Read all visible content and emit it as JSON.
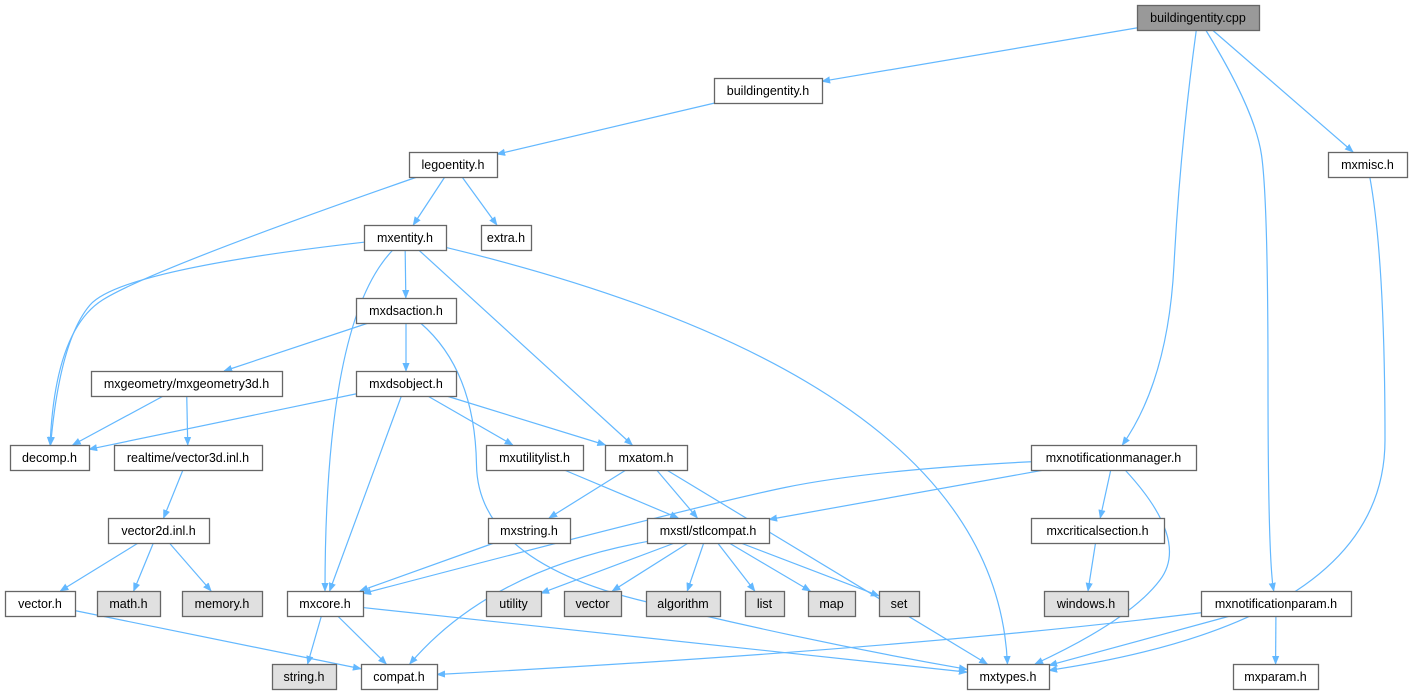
{
  "title": "buildingentity.cpp include dependency graph",
  "colors": {
    "edge": "#63b8ff",
    "root_fill": "#999999",
    "node_fill": "#ffffff",
    "system_fill": "#e0e0e0"
  },
  "nodes": [
    {
      "id": "cpp",
      "label": "buildingentity.cpp",
      "kind": "root"
    },
    {
      "id": "bh",
      "label": "buildingentity.h",
      "kind": "file"
    },
    {
      "id": "lego",
      "label": "legoentity.h",
      "kind": "file"
    },
    {
      "id": "misc",
      "label": "mxmisc.h",
      "kind": "file"
    },
    {
      "id": "ent",
      "label": "mxentity.h",
      "kind": "file"
    },
    {
      "id": "extra",
      "label": "extra.h",
      "kind": "file"
    },
    {
      "id": "dsa",
      "label": "mxdsaction.h",
      "kind": "file"
    },
    {
      "id": "geo",
      "label": "mxgeometry/mxgeometry3d.h",
      "kind": "file"
    },
    {
      "id": "dso",
      "label": "mxdsobject.h",
      "kind": "file"
    },
    {
      "id": "decomp",
      "label": "decomp.h",
      "kind": "file"
    },
    {
      "id": "v3",
      "label": "realtime/vector3d.inl.h",
      "kind": "file"
    },
    {
      "id": "ulist",
      "label": "mxutilitylist.h",
      "kind": "file"
    },
    {
      "id": "atom",
      "label": "mxatom.h",
      "kind": "file"
    },
    {
      "id": "nmgr",
      "label": "mxnotificationmanager.h",
      "kind": "file"
    },
    {
      "id": "v2",
      "label": "vector2d.inl.h",
      "kind": "file"
    },
    {
      "id": "str",
      "label": "mxstring.h",
      "kind": "file"
    },
    {
      "id": "stl",
      "label": "mxstl/stlcompat.h",
      "kind": "file"
    },
    {
      "id": "crit",
      "label": "mxcriticalsection.h",
      "kind": "file"
    },
    {
      "id": "vec",
      "label": "vector.h",
      "kind": "file"
    },
    {
      "id": "math",
      "label": "math.h",
      "kind": "system"
    },
    {
      "id": "mem",
      "label": "memory.h",
      "kind": "system"
    },
    {
      "id": "core",
      "label": "mxcore.h",
      "kind": "file"
    },
    {
      "id": "util",
      "label": "utility",
      "kind": "system"
    },
    {
      "id": "vector",
      "label": "vector",
      "kind": "system"
    },
    {
      "id": "algo",
      "label": "algorithm",
      "kind": "system"
    },
    {
      "id": "list",
      "label": "list",
      "kind": "system"
    },
    {
      "id": "map",
      "label": "map",
      "kind": "system"
    },
    {
      "id": "set",
      "label": "set",
      "kind": "system"
    },
    {
      "id": "win",
      "label": "windows.h",
      "kind": "system"
    },
    {
      "id": "nparam",
      "label": "mxnotificationparam.h",
      "kind": "file"
    },
    {
      "id": "string",
      "label": "string.h",
      "kind": "system"
    },
    {
      "id": "compat",
      "label": "compat.h",
      "kind": "file"
    },
    {
      "id": "types",
      "label": "mxtypes.h",
      "kind": "file"
    },
    {
      "id": "param",
      "label": "mxparam.h",
      "kind": "file"
    }
  ],
  "edges": [
    [
      "cpp",
      "bh"
    ],
    [
      "cpp",
      "nmgr"
    ],
    [
      "cpp",
      "nparam"
    ],
    [
      "cpp",
      "misc"
    ],
    [
      "bh",
      "lego"
    ],
    [
      "lego",
      "decomp"
    ],
    [
      "lego",
      "ent"
    ],
    [
      "lego",
      "extra"
    ],
    [
      "ent",
      "decomp"
    ],
    [
      "ent",
      "dsa"
    ],
    [
      "ent",
      "atom"
    ],
    [
      "ent",
      "core"
    ],
    [
      "ent",
      "types"
    ],
    [
      "dsa",
      "geo"
    ],
    [
      "dsa",
      "dso"
    ],
    [
      "dsa",
      "types"
    ],
    [
      "geo",
      "decomp"
    ],
    [
      "geo",
      "v3"
    ],
    [
      "dso",
      "decomp"
    ],
    [
      "dso",
      "core"
    ],
    [
      "dso",
      "ulist"
    ],
    [
      "dso",
      "atom"
    ],
    [
      "v3",
      "v2"
    ],
    [
      "v2",
      "vec"
    ],
    [
      "v2",
      "math"
    ],
    [
      "v2",
      "mem"
    ],
    [
      "vec",
      "compat"
    ],
    [
      "ulist",
      "stl"
    ],
    [
      "atom",
      "str"
    ],
    [
      "atom",
      "stl"
    ],
    [
      "atom",
      "types"
    ],
    [
      "str",
      "core"
    ],
    [
      "nmgr",
      "core"
    ],
    [
      "nmgr",
      "stl"
    ],
    [
      "nmgr",
      "crit"
    ],
    [
      "nmgr",
      "types"
    ],
    [
      "stl",
      "compat"
    ],
    [
      "stl",
      "util"
    ],
    [
      "stl",
      "vector"
    ],
    [
      "stl",
      "algo"
    ],
    [
      "stl",
      "list"
    ],
    [
      "stl",
      "map"
    ],
    [
      "stl",
      "set"
    ],
    [
      "crit",
      "win"
    ],
    [
      "core",
      "string"
    ],
    [
      "core",
      "compat"
    ],
    [
      "core",
      "types"
    ],
    [
      "nparam",
      "compat"
    ],
    [
      "nparam",
      "types"
    ],
    [
      "nparam",
      "param"
    ],
    [
      "misc",
      "types"
    ]
  ]
}
